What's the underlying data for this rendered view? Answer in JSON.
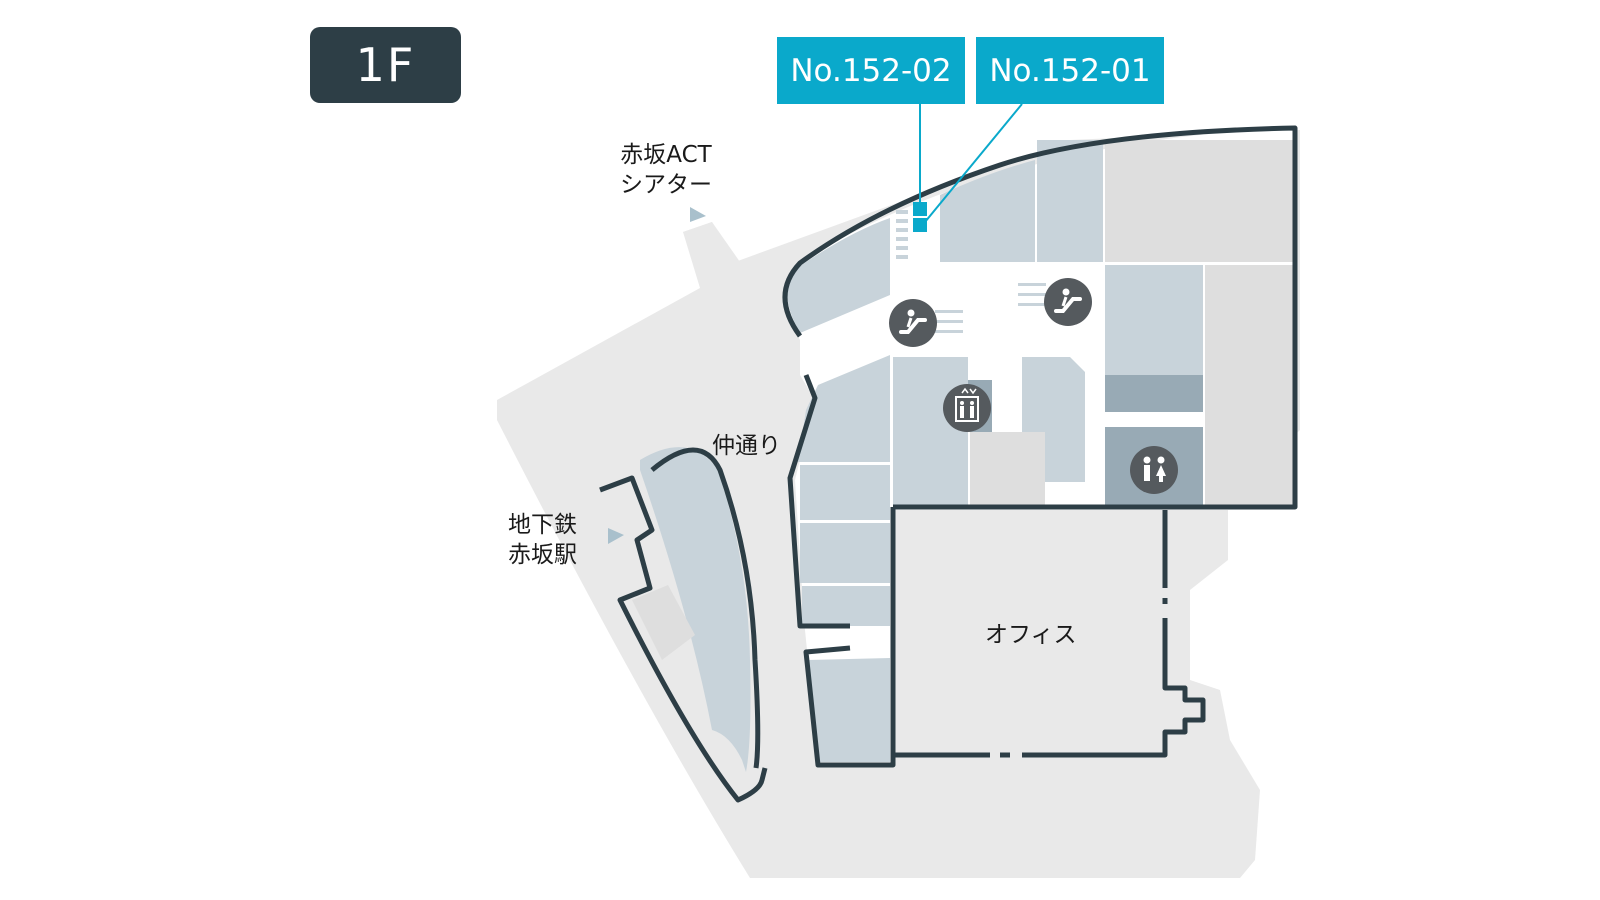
{
  "floor": {
    "label": "1F"
  },
  "colors": {
    "ground": "#e9e9e9",
    "wall": "#2d3e46",
    "store": "#c8d3da",
    "store_dark": "#98aab5",
    "core": "#dedede",
    "accent": "#0aa9cb",
    "icon_bg": "#555a5e"
  },
  "callouts": [
    {
      "id": "a",
      "text": "No.152-02"
    },
    {
      "id": "b",
      "text": "No.152-01"
    }
  ],
  "places": {
    "theater": {
      "line1": "赤坂ACT",
      "line2": "シアター"
    },
    "street": {
      "label": "仲通り"
    },
    "subway": {
      "line1": "地下鉄",
      "line2": "赤坂駅"
    },
    "office": {
      "label": "オフィス"
    }
  },
  "facilities": [
    {
      "type": "escalator",
      "icon": "escalator-icon"
    },
    {
      "type": "escalator",
      "icon": "escalator-icon"
    },
    {
      "type": "elevator",
      "icon": "elevator-icon"
    },
    {
      "type": "restroom",
      "icon": "restroom-icon"
    }
  ]
}
